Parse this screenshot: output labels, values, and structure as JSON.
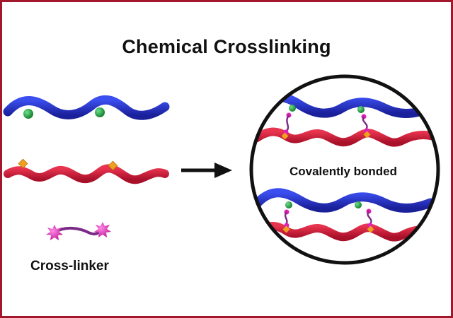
{
  "title": "Chemical Crosslinking",
  "labels": {
    "crosslinker": "Cross-linker",
    "result": "Covalently bonded"
  },
  "colors": {
    "border": "#a3172c",
    "blue_chain": "#2b2fc2",
    "red_chain": "#d11a35",
    "green_group": "#1f9a3a",
    "orange_group": "#f0a020",
    "crosslinker_end": "#e21fb6",
    "crosslinker_bridge": "#7a2a86",
    "arrow": "#111111",
    "circle": "#111111"
  },
  "icons": {
    "arrow": "right-arrow-icon",
    "crosslinker": "crosslinker-molecule-icon"
  }
}
